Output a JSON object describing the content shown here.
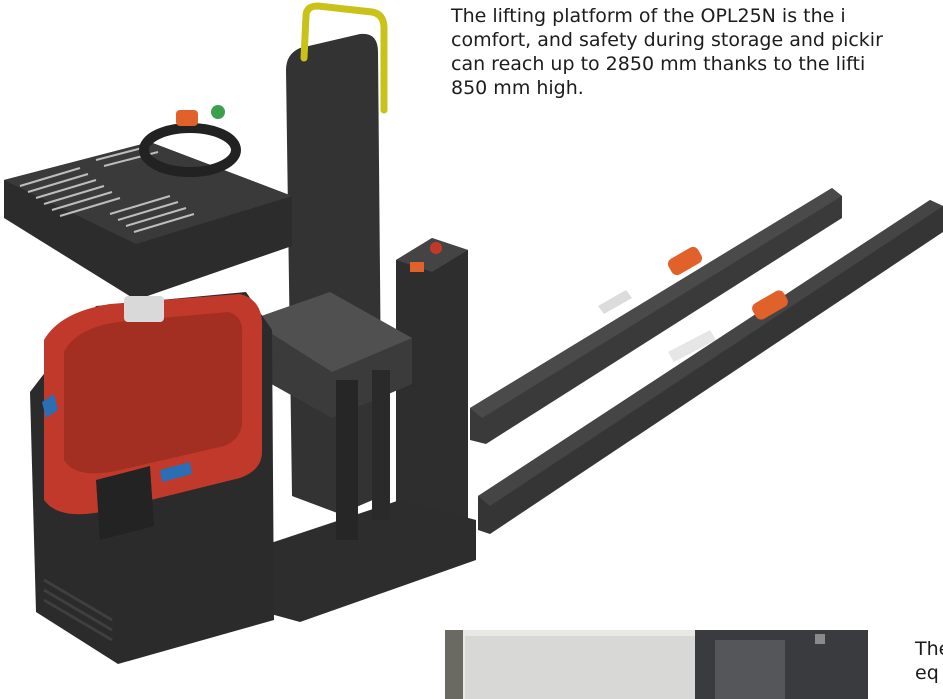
{
  "intro_lines": [
    "The lifting platform of the OPL25N is the i",
    "comfort, and safety during storage and pickir",
    "can reach up to 2850 mm thanks to the lifti",
    "850 mm high."
  ],
  "caption_lines": [
    "The",
    "eq"
  ],
  "colors": {
    "body_dark": "#2f2f2f",
    "body_mid": "#3d3d3d",
    "accent_red": "#c0392b",
    "handle_yellow": "#c9c21b",
    "accent_blue": "#2a6fb5",
    "roller_orange": "#e0622a"
  }
}
